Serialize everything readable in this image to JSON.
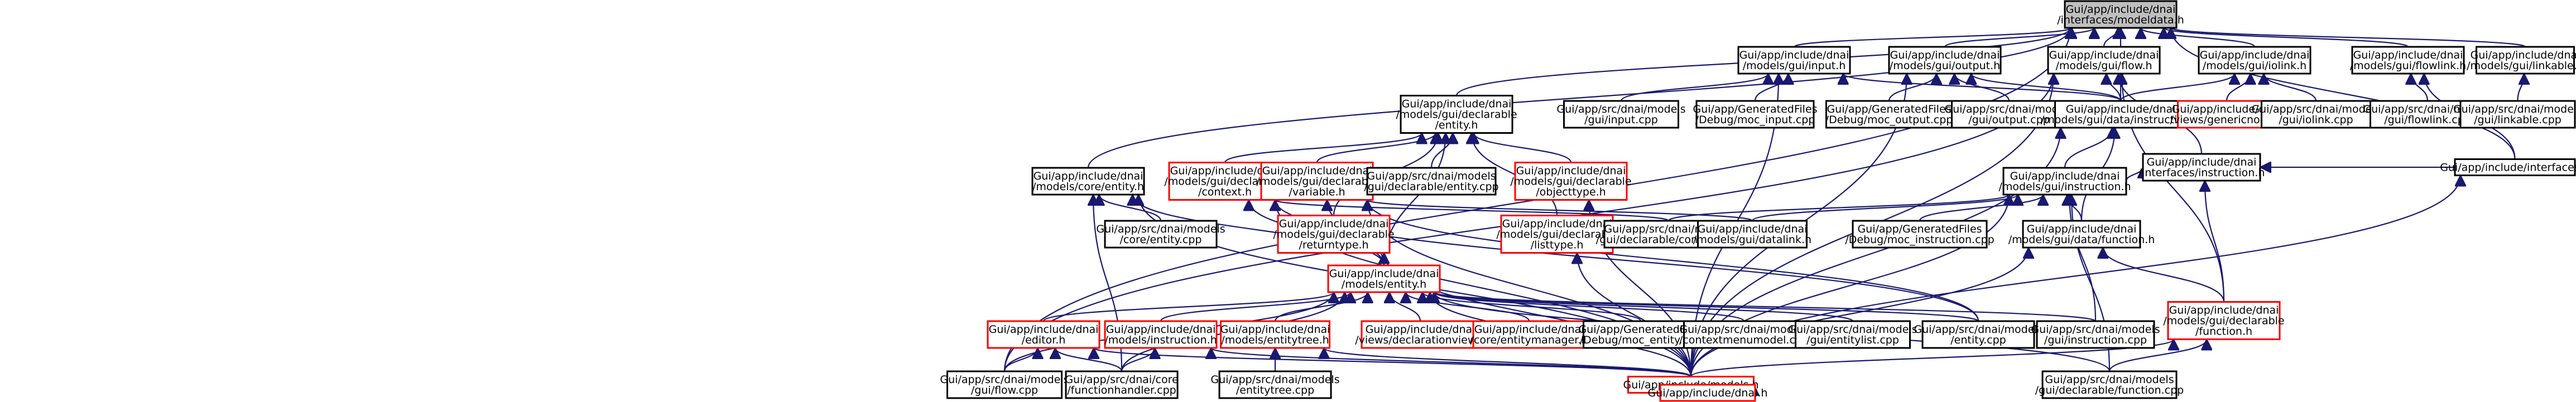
{
  "graph": {
    "nodes": [
      {
        "id": "dnai_h",
        "lines": [
          "Gui/app/include/dnai",
          "/interfaces/modeldata.h"
        ],
        "style": "root"
      },
      {
        "id": "input_h",
        "lines": [
          "Gui/app/include/dnai",
          "/models/gui/input.h"
        ],
        "style": "black"
      },
      {
        "id": "output_h",
        "lines": [
          "Gui/app/include/dnai",
          "/models/gui/output.h"
        ],
        "style": "black"
      },
      {
        "id": "flow_h",
        "lines": [
          "Gui/app/include/dnai",
          "/models/gui/flow.h"
        ],
        "style": "black"
      },
      {
        "id": "iolink_h",
        "lines": [
          "Gui/app/include/dnai",
          "/models/gui/iolink.h"
        ],
        "style": "black"
      },
      {
        "id": "flowlink_h",
        "lines": [
          "Gui/app/include/dnai",
          "/models/gui/flowlink.h"
        ],
        "style": "black"
      },
      {
        "id": "linkable_h",
        "lines": [
          "Gui/app/include/dnai",
          "/models/gui/linkable.h"
        ],
        "style": "black"
      },
      {
        "id": "decl_entity_h",
        "lines": [
          "Gui/app/include/dnai",
          "/models/gui/declarable",
          "/entity.h"
        ],
        "style": "black"
      },
      {
        "id": "input_cpp",
        "lines": [
          "Gui/app/src/dnai/models",
          "/gui/input.cpp"
        ],
        "style": "black"
      },
      {
        "id": "moc_input",
        "lines": [
          "Gui/app/GeneratedFiles",
          "/Debug/moc_input.cpp"
        ],
        "style": "black"
      },
      {
        "id": "moc_output",
        "lines": [
          "Gui/app/GeneratedFiles",
          "/Debug/moc_output.cpp"
        ],
        "style": "black"
      },
      {
        "id": "output_cpp",
        "lines": [
          "Gui/app/src/dnai/models",
          "/gui/output.cpp"
        ],
        "style": "black"
      },
      {
        "id": "data_instruction_h",
        "lines": [
          "Gui/app/include/dnai",
          "/models/gui/data/instruction.h"
        ],
        "style": "black"
      },
      {
        "id": "genericnode_h",
        "lines": [
          "Gui/app/include/dnai",
          "/views/genericnode.h"
        ],
        "style": "red"
      },
      {
        "id": "iolink_cpp",
        "lines": [
          "Gui/app/src/dnai/models",
          "/gui/iolink.cpp"
        ],
        "style": "black"
      },
      {
        "id": "iface_instruction_h",
        "lines": [
          "Gui/app/include/dnai",
          "/interfaces/instruction.h"
        ],
        "style": "black"
      },
      {
        "id": "flowlink_cpp",
        "lines": [
          "Gui/app/src/dnai/models",
          "/gui/flowlink.cpp"
        ],
        "style": "black"
      },
      {
        "id": "linkable_cpp",
        "lines": [
          "Gui/app/src/dnai/models",
          "/gui/linkable.cpp"
        ],
        "style": "black"
      },
      {
        "id": "interfaces_h",
        "lines": [
          "Gui/app/include/interfaces.h"
        ],
        "style": "black"
      },
      {
        "id": "core_entity_h",
        "lines": [
          "Gui/app/include/dnai",
          "/models/core/entity.h"
        ],
        "style": "black"
      },
      {
        "id": "context_h",
        "lines": [
          "Gui/app/include/dnai",
          "/models/gui/declarable",
          "/context.h"
        ],
        "style": "red"
      },
      {
        "id": "variable_h",
        "lines": [
          "Gui/app/include/dnai",
          "/models/gui/declarable",
          "/variable.h"
        ],
        "style": "red"
      },
      {
        "id": "decl_entity_cpp",
        "lines": [
          "Gui/app/src/dnai/models",
          "/gui/declarable/entity.cpp"
        ],
        "style": "black"
      },
      {
        "id": "objecttype_h",
        "lines": [
          "Gui/app/include/dnai",
          "/models/gui/declarable",
          "/objecttype.h"
        ],
        "style": "red"
      },
      {
        "id": "gui_instruction_h",
        "lines": [
          "Gui/app/include/dnai",
          "/models/gui/instruction.h"
        ],
        "style": "black"
      },
      {
        "id": "core_entity_cpp",
        "lines": [
          "Gui/app/src/dnai/models",
          "/core/entity.cpp"
        ],
        "style": "black"
      },
      {
        "id": "returntype_h",
        "lines": [
          "Gui/app/include/dnai",
          "/models/gui/declarable",
          "/returntype.h"
        ],
        "style": "red"
      },
      {
        "id": "listtype_h",
        "lines": [
          "Gui/app/include/dnai",
          "/models/gui/declarable",
          "/listtype.h"
        ],
        "style": "red"
      },
      {
        "id": "context_cpp",
        "lines": [
          "Gui/app/src/dnai/models",
          "/gui/declarable/context.cpp"
        ],
        "style": "black"
      },
      {
        "id": "datalink_h",
        "lines": [
          "Gui/app/include/dnai",
          "/models/gui/datalink.h"
        ],
        "style": "black"
      },
      {
        "id": "moc_instruction",
        "lines": [
          "Gui/app/GeneratedFiles",
          "/Debug/moc_instruction.cpp"
        ],
        "style": "black"
      },
      {
        "id": "data_function_h",
        "lines": [
          "Gui/app/include/dnai",
          "/models/gui/data/function.h"
        ],
        "style": "black"
      },
      {
        "id": "models_entity_h",
        "lines": [
          "Gui/app/include/dnai",
          "/models/entity.h"
        ],
        "style": "red"
      },
      {
        "id": "editor_h",
        "lines": [
          "Gui/app/include/dnai",
          "/editor.h"
        ],
        "style": "red"
      },
      {
        "id": "models_instruction_h",
        "lines": [
          "Gui/app/include/dnai",
          "/models/instruction.h"
        ],
        "style": "red"
      },
      {
        "id": "entitytree_h",
        "lines": [
          "Gui/app/include/dnai",
          "/models/entitytree.h"
        ],
        "style": "red"
      },
      {
        "id": "declarationview_h",
        "lines": [
          "Gui/app/include/dnai",
          "/views/declarationview.h"
        ],
        "style": "red"
      },
      {
        "id": "entitymanager_h",
        "lines": [
          "Gui/app/include/dnai",
          "/core/entitymanager.h"
        ],
        "style": "red"
      },
      {
        "id": "moc_entity",
        "lines": [
          "Gui/app/GeneratedFiles",
          "/Debug/moc_entity.cpp"
        ],
        "style": "black"
      },
      {
        "id": "contextmenumodel",
        "lines": [
          "Gui/app/src/dnai/models",
          "/contextmenumodel.cpp"
        ],
        "style": "black"
      },
      {
        "id": "entitylist_cpp",
        "lines": [
          "Gui/app/src/dnai/models",
          "/gui/entitylist.cpp"
        ],
        "style": "black"
      },
      {
        "id": "entity_cpp",
        "lines": [
          "Gui/app/src/dnai/models",
          "/entity.cpp"
        ],
        "style": "black"
      },
      {
        "id": "gui_instruction_cpp",
        "lines": [
          "Gui/app/src/dnai/models",
          "/gui/instruction.cpp"
        ],
        "style": "black"
      },
      {
        "id": "decl_function_h",
        "lines": [
          "Gui/app/include/dnai",
          "/models/gui/declarable",
          "/function.h"
        ],
        "style": "red"
      },
      {
        "id": "flow_cpp",
        "lines": [
          "Gui/app/src/dnai/models",
          "/gui/flow.cpp"
        ],
        "style": "black"
      },
      {
        "id": "functionhandler",
        "lines": [
          "Gui/app/src/dnai/core",
          "/functionhandler.cpp"
        ],
        "style": "black"
      },
      {
        "id": "entitytree_cpp",
        "lines": [
          "Gui/app/src/dnai/models",
          "/entitytree.cpp"
        ],
        "style": "black"
      },
      {
        "id": "models_h",
        "lines": [
          "Gui/app/include/models.h"
        ],
        "style": "red"
      },
      {
        "id": "decl_function_cpp",
        "lines": [
          "Gui/app/src/dnai/models",
          "/gui/declarable/function.cpp"
        ],
        "style": "black"
      },
      {
        "id": "dnai_h2",
        "lines": [
          "Gui/app/include/dnai.h"
        ],
        "style": "red"
      }
    ],
    "edges": [
      [
        "input_h",
        "dnai_h"
      ],
      [
        "output_h",
        "dnai_h"
      ],
      [
        "flow_h",
        "dnai_h"
      ],
      [
        "iolink_h",
        "dnai_h"
      ],
      [
        "flowlink_h",
        "dnai_h"
      ],
      [
        "linkable_h",
        "dnai_h"
      ],
      [
        "decl_entity_h",
        "dnai_h"
      ],
      [
        "core_entity_h",
        "dnai_h"
      ],
      [
        "data_instruction_h",
        "dnai_h"
      ],
      [
        "interfaces_h",
        "dnai_h"
      ],
      [
        "flow_cpp",
        "dnai_h"
      ],
      [
        "input_cpp",
        "input_h"
      ],
      [
        "moc_input",
        "input_h"
      ],
      [
        "data_instruction_h",
        "input_h"
      ],
      [
        "models_h",
        "input_h"
      ],
      [
        "moc_output",
        "output_h"
      ],
      [
        "output_cpp",
        "output_h"
      ],
      [
        "data_instruction_h",
        "output_h"
      ],
      [
        "models_h",
        "output_h"
      ],
      [
        "data_instruction_h",
        "flow_h"
      ],
      [
        "flow_cpp",
        "flow_h"
      ],
      [
        "models_h",
        "flow_h"
      ],
      [
        "decl_function_h",
        "flow_h"
      ],
      [
        "iface_instruction_h",
        "flow_h"
      ],
      [
        "genericnode_h",
        "iolink_h"
      ],
      [
        "iolink_cpp",
        "iolink_h"
      ],
      [
        "data_instruction_h",
        "iolink_h"
      ],
      [
        "flowlink_cpp",
        "flowlink_h"
      ],
      [
        "interfaces_h",
        "flowlink_h"
      ],
      [
        "linkable_cpp",
        "linkable_h"
      ],
      [
        "context_h",
        "decl_entity_h"
      ],
      [
        "variable_h",
        "decl_entity_h"
      ],
      [
        "decl_entity_cpp",
        "decl_entity_h"
      ],
      [
        "objecttype_h",
        "decl_entity_h"
      ],
      [
        "models_entity_h",
        "decl_entity_h"
      ],
      [
        "returntype_h",
        "decl_entity_h"
      ],
      [
        "listtype_h",
        "decl_entity_h"
      ],
      [
        "gui_instruction_h",
        "data_instruction_h"
      ],
      [
        "data_function_h",
        "data_instruction_h"
      ],
      [
        "models_h",
        "data_instruction_h"
      ],
      [
        "gui_instruction_h",
        "iface_instruction_h"
      ],
      [
        "decl_function_h",
        "iface_instruction_h"
      ],
      [
        "interfaces_h",
        "iface_instruction_h"
      ],
      [
        "models_h",
        "interfaces_h"
      ],
      [
        "core_entity_cpp",
        "core_entity_h"
      ],
      [
        "models_entity_h",
        "core_entity_h"
      ],
      [
        "functionhandler",
        "core_entity_h"
      ],
      [
        "models_h",
        "core_entity_h"
      ],
      [
        "models_entity_h",
        "context_h"
      ],
      [
        "context_cpp",
        "context_h"
      ],
      [
        "entity_cpp",
        "context_h"
      ],
      [
        "models_h",
        "context_h"
      ],
      [
        "models_entity_h",
        "variable_h"
      ],
      [
        "entity_cpp",
        "variable_h"
      ],
      [
        "datalink_h",
        "variable_h"
      ],
      [
        "models_h",
        "variable_h"
      ],
      [
        "models_h",
        "objecttype_h"
      ],
      [
        "context_cpp",
        "gui_instruction_h"
      ],
      [
        "datalink_h",
        "gui_instruction_h"
      ],
      [
        "moc_instruction",
        "gui_instruction_h"
      ],
      [
        "data_function_h",
        "gui_instruction_h"
      ],
      [
        "gui_instruction_cpp",
        "gui_instruction_h"
      ],
      [
        "models_h",
        "gui_instruction_h"
      ],
      [
        "decl_function_cpp",
        "gui_instruction_h"
      ],
      [
        "decl_function_h",
        "data_function_h"
      ],
      [
        "models_h",
        "data_function_h"
      ],
      [
        "models_h",
        "returntype_h"
      ],
      [
        "models_h",
        "listtype_h"
      ],
      [
        "editor_h",
        "models_entity_h"
      ],
      [
        "models_instruction_h",
        "models_entity_h"
      ],
      [
        "entitytree_h",
        "models_entity_h"
      ],
      [
        "declarationview_h",
        "models_entity_h"
      ],
      [
        "entitymanager_h",
        "models_entity_h"
      ],
      [
        "moc_entity",
        "models_entity_h"
      ],
      [
        "contextmenumodel",
        "models_entity_h"
      ],
      [
        "entitylist_cpp",
        "models_entity_h"
      ],
      [
        "entity_cpp",
        "models_entity_h"
      ],
      [
        "gui_instruction_cpp",
        "models_entity_h"
      ],
      [
        "models_h",
        "models_entity_h"
      ],
      [
        "decl_function_cpp",
        "models_entity_h"
      ],
      [
        "flow_cpp",
        "models_entity_h"
      ],
      [
        "functionhandler",
        "models_entity_h"
      ],
      [
        "flow_cpp",
        "editor_h"
      ],
      [
        "functionhandler",
        "editor_h"
      ],
      [
        "models_h",
        "editor_h"
      ],
      [
        "functionhandler",
        "models_instruction_h"
      ],
      [
        "models_h",
        "models_instruction_h"
      ],
      [
        "entitytree_cpp",
        "entitytree_h"
      ],
      [
        "models_h",
        "entitytree_h"
      ],
      [
        "models_h",
        "decl_function_h"
      ],
      [
        "decl_function_cpp",
        "decl_function_h"
      ],
      [
        "dnai_h2",
        "models_h"
      ]
    ]
  }
}
